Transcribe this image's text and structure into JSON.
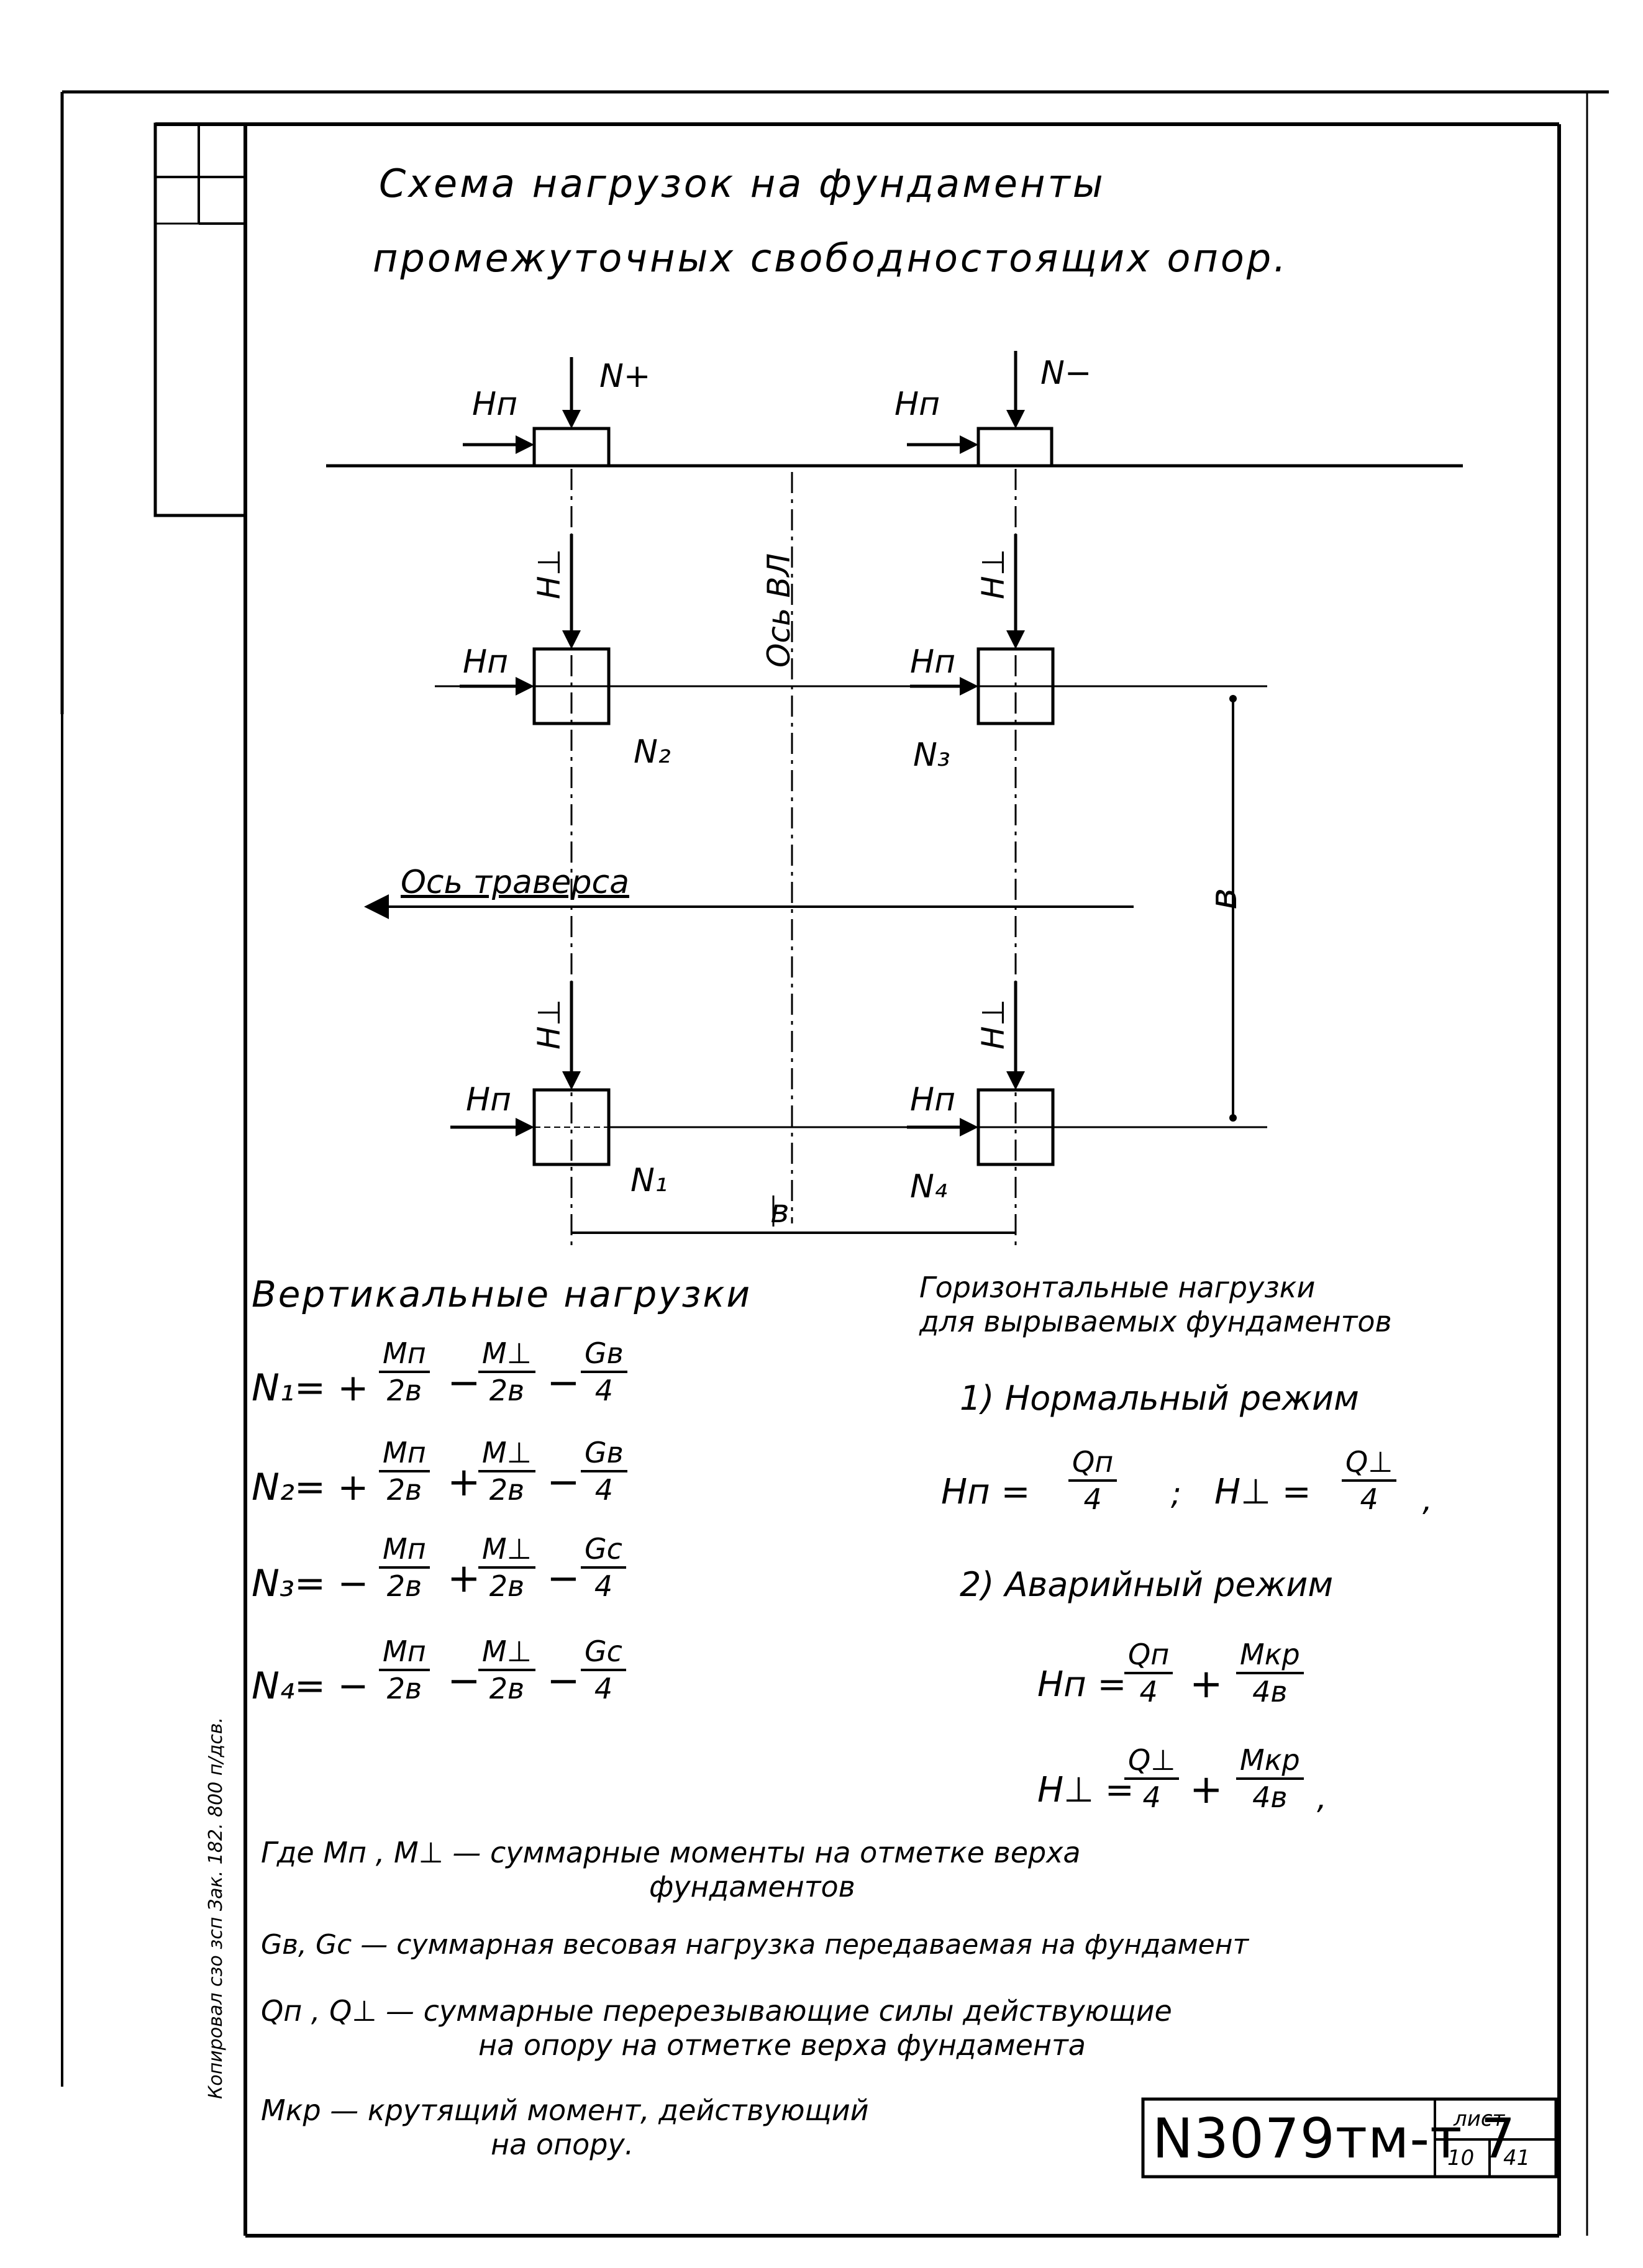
{
  "title": {
    "line1": "Схема    нагрузок    на фундаменты",
    "line2": "промежуточных  свободностоящих опор."
  },
  "diagram": {
    "top_left_force_h": "Hп",
    "top_left_force_n": "N+",
    "top_right_force_h": "Hп",
    "top_right_force_n": "N−",
    "axis_vl": "Ось ВЛ",
    "axis_traverse": "Ось траверса",
    "h_perp": "H⊥",
    "h_par": "Hп",
    "n1": "N₁",
    "n2": "N₂",
    "n3": "N₃",
    "n4": "N₄",
    "dim_b_vertical": "в",
    "dim_b_horizontal": "в"
  },
  "vertical_loads": {
    "heading": "Вертикальные    нагрузки",
    "rows": [
      {
        "lhs": "N₁= +",
        "t1n": "Mп",
        "t1d": "2в",
        "op2": "−",
        "t2n": "M⊥",
        "t2d": "2в",
        "op3": "−",
        "t3n": "Gв",
        "t3d": "4"
      },
      {
        "lhs": "N₂= +",
        "t1n": "Mп",
        "t1d": "2в",
        "op2": "+",
        "t2n": "M⊥",
        "t2d": "2в",
        "op3": "−",
        "t3n": "Gв",
        "t3d": "4"
      },
      {
        "lhs": "N₃= −",
        "t1n": "Mп",
        "t1d": "2в",
        "op2": "+",
        "t2n": "M⊥",
        "t2d": "2в",
        "op3": "−",
        "t3n": "Gс",
        "t3d": "4"
      },
      {
        "lhs": "N₄= −",
        "t1n": "Mп",
        "t1d": "2в",
        "op2": "−",
        "t2n": "M⊥",
        "t2d": "2в",
        "op3": "−",
        "t3n": "Gс",
        "t3d": "4"
      }
    ]
  },
  "horizontal_loads": {
    "heading1": "Горизонтальные  нагрузки",
    "heading2": "для  вырываемых  фундаментов",
    "mode1": "1) Нормальный  режим",
    "mode1_h_par": "Hп =",
    "mode1_h_par_num": "Qп",
    "mode1_h_par_den": "4",
    "mode1_sep": ";",
    "mode1_h_perp": "H⊥ =",
    "mode1_h_perp_num": "Q⊥",
    "mode1_h_perp_den": "4",
    "mode1_end": ",",
    "mode2": "2) Аварийный  режим",
    "mode2_row1_lhs": "Hп =",
    "mode2_row1_f1n": "Qп",
    "mode2_row1_f1d": "4",
    "mode2_row1_op": "+",
    "mode2_row1_f2n": "Mкр",
    "mode2_row1_f2d": "4в",
    "mode2_row2_lhs": "H⊥ =",
    "mode2_row2_f1n": "Q⊥",
    "mode2_row2_f1d": "4",
    "mode2_row2_op": "+",
    "mode2_row2_f2n": "Mкр",
    "mode2_row2_f2d": "4в",
    "mode2_row2_end": ","
  },
  "legend": {
    "line1": "Где  Mп ,  M⊥  —   суммарные  моменты на отметке  верха",
    "line1b": "фундаментов",
    "line2": "Gв,  Gс —  суммарная  весовая  нагрузка  передаваемая на фундамент",
    "line3": "Qп ,  Q⊥ —  суммарные  перерезывающие  силы  действующие",
    "line3b": "на  опору   на  отметке   верха  фундамента",
    "line4": "Mкр  —     крутящий  момент,  действующий",
    "line4b": "на  опору."
  },
  "stamp": {
    "code": "N3079тм-т 7",
    "sheet_label": "лист",
    "sheet_no": "10",
    "sheets_total": "41"
  },
  "margin_note": "Копировал  сзо  зсп  Зак. 182.  800  п/дсв."
}
